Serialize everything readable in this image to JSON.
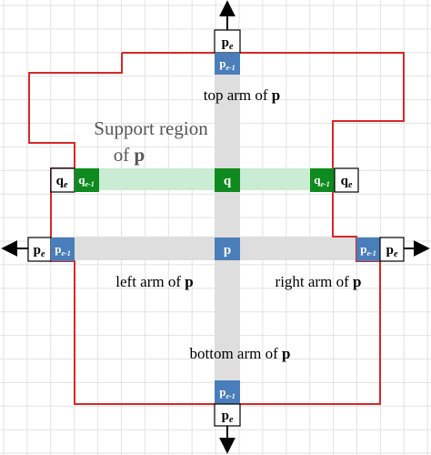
{
  "colors": {
    "grid": "#e2e2e2",
    "border": "#d62828",
    "arm_gray": "#dedede",
    "support_green": "#c9ecd2",
    "blue_cell": "#4a7ebb",
    "green_cell": "#0e8a1e"
  },
  "labels": {
    "p": "p",
    "q": "q",
    "p_e_base": "p",
    "q_e_base": "q",
    "sub_e": "e",
    "sub_e1": "e-1"
  },
  "arms": {
    "top_text": "top arm of ",
    "left_text": "left arm of ",
    "right_text": "right arm of ",
    "bottom_text": "bottom arm of ",
    "bold": "p"
  },
  "support": {
    "line1": "Support region",
    "line2_text": "of ",
    "line2_bold": "p"
  },
  "icons": {
    "arrow": "arrow-icon"
  }
}
